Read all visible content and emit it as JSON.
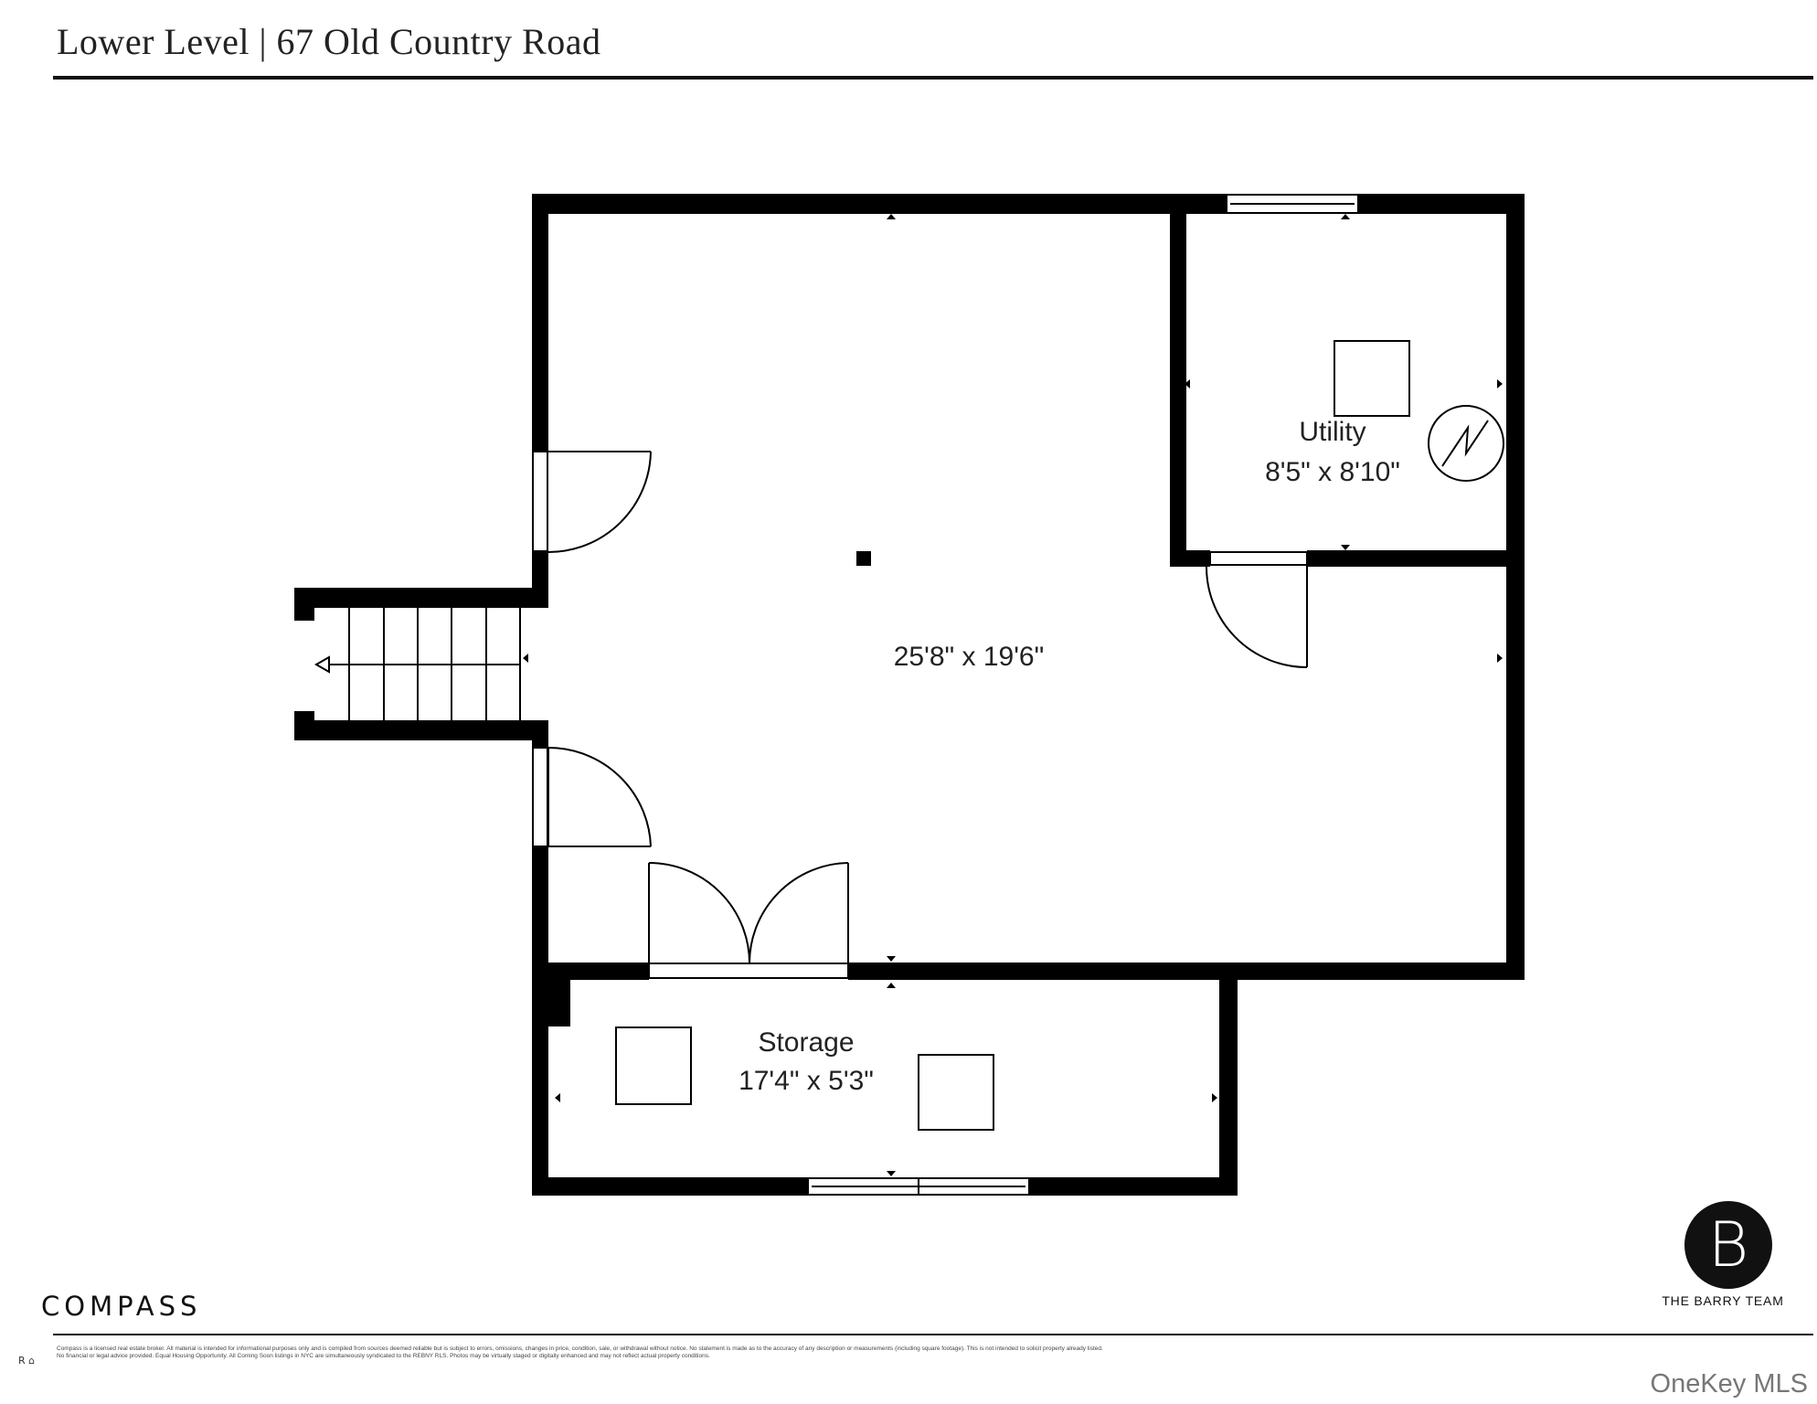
{
  "header": {
    "title": "Lower Level | 67 Old Country Road"
  },
  "rooms": {
    "main": {
      "dims": "25'8\" x 19'6\""
    },
    "utility": {
      "name": "Utility",
      "dims": "8'5\" x 8'10\""
    },
    "storage": {
      "name": "Storage",
      "dims": "17'4\" x 5'3\""
    }
  },
  "branding": {
    "left_wordmark": "COMPASS",
    "right_logo_letter": "B",
    "right_team_name": "THE BARRY TEAM"
  },
  "footer": {
    "disclaimer": "Compass is a licensed real estate broker. All material is intended for informational purposes only and is compiled from sources deemed reliable but is subject to errors, omissions, changes in price, condition, sale, or withdrawal without notice. No statement is made as to the accuracy of any description or measurements (including square footage). This is not intended to solicit property already listed. No financial or legal advice provided. Equal Housing Opportunity. All Coming Soon listings in NYC are simultaneously syndicated to the REBNY RLS. Photos may be virtually staged or digitally enhanced and may not reflect actual property conditions.",
    "housing_icons": "R ⌂",
    "watermark": "OneKey MLS"
  },
  "colors": {
    "wall": "#000000",
    "background": "#ffffff"
  }
}
